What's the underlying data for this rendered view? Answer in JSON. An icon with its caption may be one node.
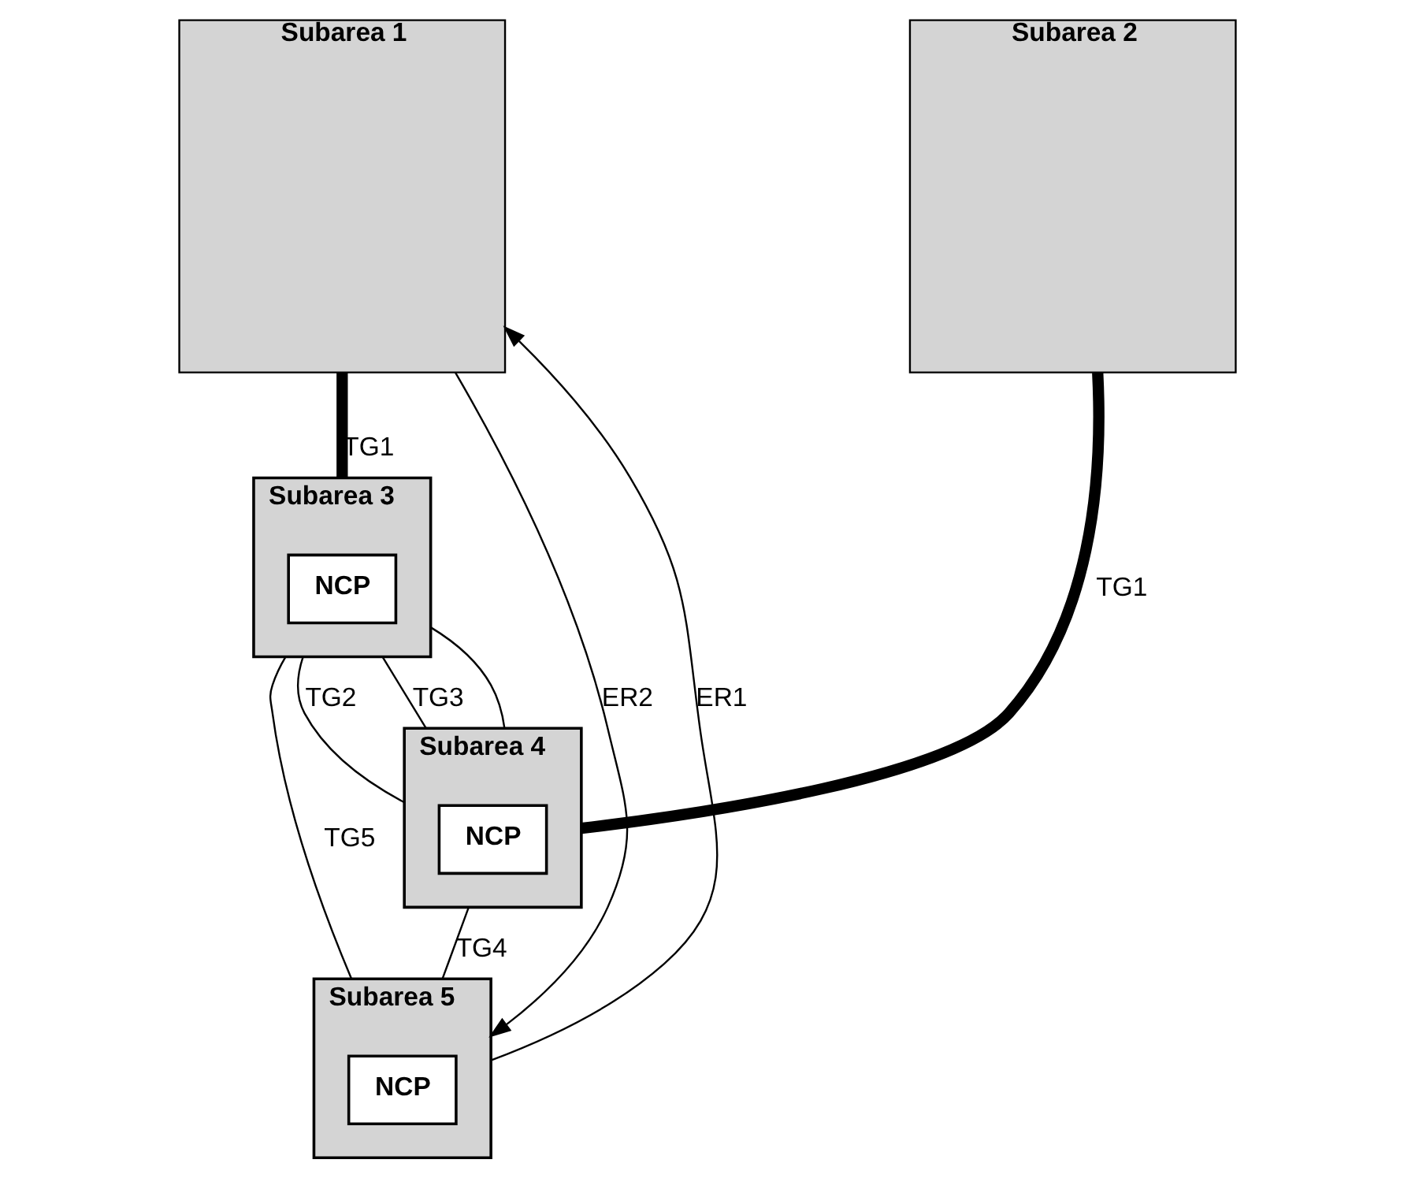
{
  "diagram": {
    "nodes": [
      {
        "text": [
          "Subarea 1"
        ]
      },
      {
        "text": [
          "Subarea 2"
        ]
      },
      {
        "text": [
          "Subarea 3"
        ]
      },
      {
        "text": [
          "NCP"
        ],
        "in": 2
      },
      {
        "text": [
          "Subarea 4"
        ]
      },
      {
        "text": [
          "NCP"
        ],
        "in": 4
      },
      {
        "text": [
          "Subarea 5"
        ]
      },
      {
        "text": [
          "NCP"
        ],
        "in": 6
      }
    ],
    "edges": [
      {
        "from": 0,
        "to": 2,
        "arrow": "none",
        "label": "TG1",
        "style": "thick"
      },
      {
        "from": 1,
        "to": 4,
        "arrow": "none",
        "label": "TG1",
        "style": "thick"
      },
      {
        "from": 2,
        "to": 4,
        "arrow": "none",
        "label": "TG2"
      },
      {
        "from": 2,
        "to": 4,
        "arrow": "none",
        "label": "TG3"
      },
      {
        "from": 2,
        "to": 4,
        "arrow": "none"
      },
      {
        "from": 2,
        "to": 6,
        "arrow": "none",
        "label": "TG5"
      },
      {
        "from": 4,
        "to": 6,
        "arrow": "none",
        "label": "TG4"
      },
      {
        "from": 0,
        "to": 6,
        "arrow": "to",
        "label": "ER2"
      },
      {
        "from": 6,
        "to": 0,
        "arrow": "to",
        "label": "ER1"
      }
    ]
  }
}
